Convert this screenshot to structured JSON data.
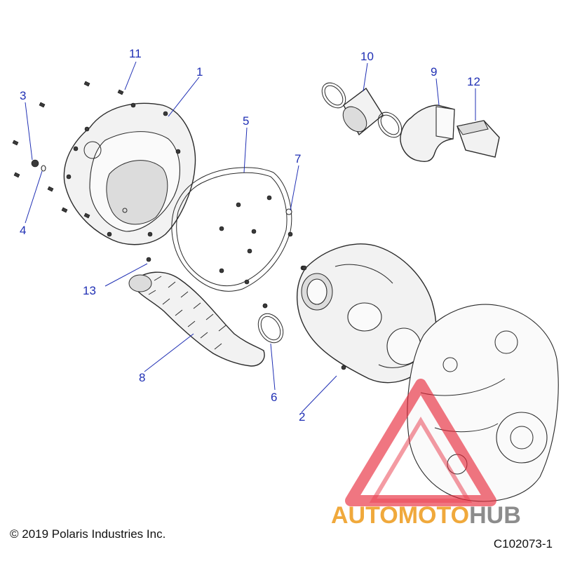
{
  "diagram": {
    "callouts": [
      {
        "id": "1",
        "label": "1"
      },
      {
        "id": "2",
        "label": "2"
      },
      {
        "id": "3",
        "label": "3"
      },
      {
        "id": "4",
        "label": "4"
      },
      {
        "id": "5",
        "label": "5"
      },
      {
        "id": "6",
        "label": "6"
      },
      {
        "id": "7",
        "label": "7"
      },
      {
        "id": "8",
        "label": "8"
      },
      {
        "id": "9",
        "label": "9"
      },
      {
        "id": "10",
        "label": "10"
      },
      {
        "id": "11",
        "label": "11"
      },
      {
        "id": "12",
        "label": "12"
      },
      {
        "id": "13",
        "label": "13"
      }
    ],
    "copyright": "© 2019 Polaris Industries Inc.",
    "drawing_id": "C102073-1"
  },
  "watermark": {
    "part1": "AUTO",
    "part2": "MOTO",
    "part3": "HUB",
    "colors": {
      "primary": "#f0a93c",
      "secondary": "#8c8c8c",
      "logo_red": "#e8283a"
    }
  }
}
